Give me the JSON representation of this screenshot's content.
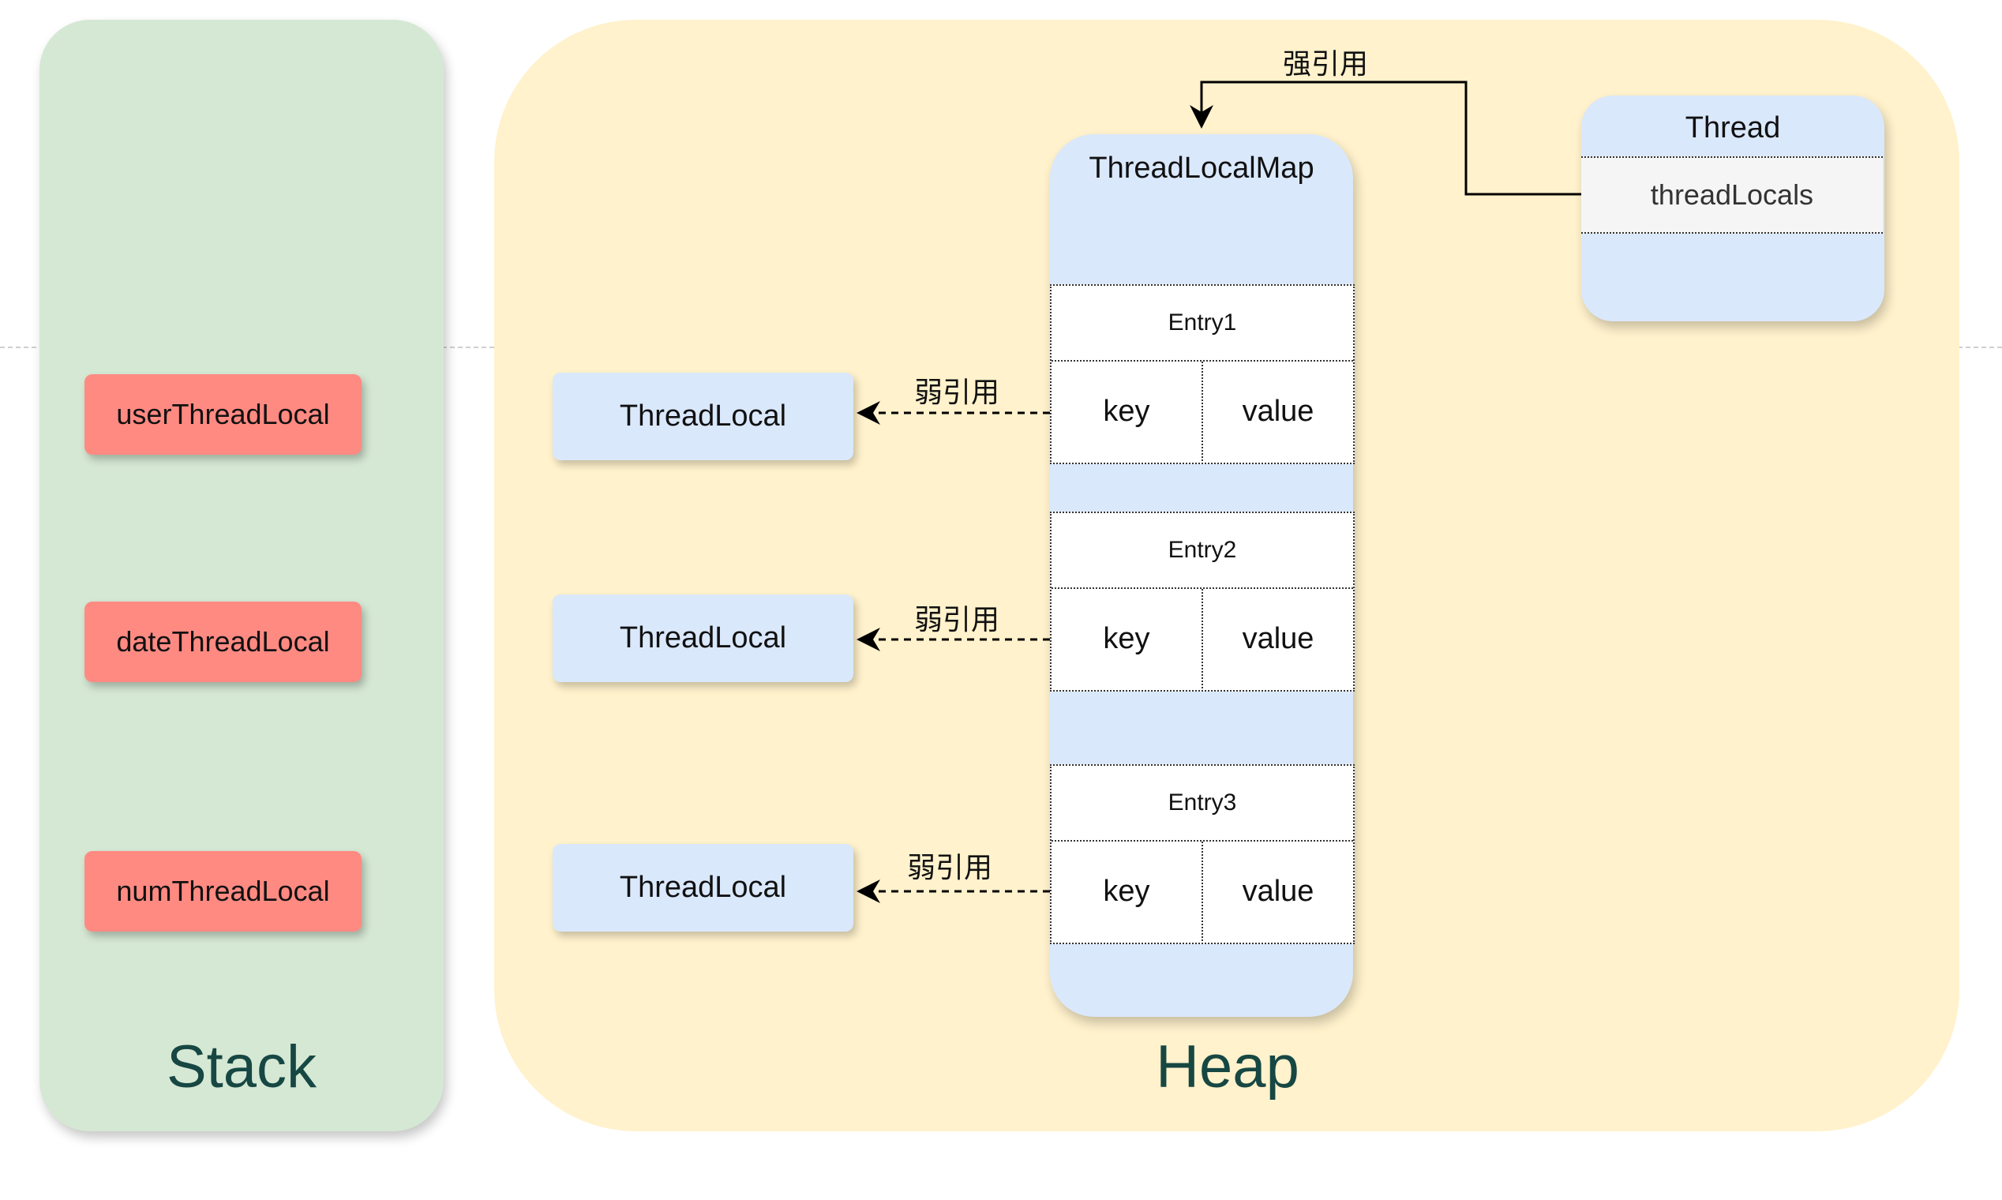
{
  "stack": {
    "title": "Stack",
    "variables": [
      "userThreadLocal",
      "dateThreadLocal",
      "numThreadLocal"
    ]
  },
  "heap": {
    "title": "Heap",
    "thread_locals": [
      "ThreadLocal",
      "ThreadLocal",
      "ThreadLocal"
    ],
    "map": {
      "title": "ThreadLocalMap",
      "entries": [
        {
          "name": "Entry1",
          "key": "key",
          "value": "value"
        },
        {
          "name": "Entry2",
          "key": "key",
          "value": "value"
        },
        {
          "name": "Entry3",
          "key": "key",
          "value": "value"
        }
      ]
    },
    "thread": {
      "title": "Thread",
      "field": "threadLocals"
    }
  },
  "edges": {
    "strong_label": "强引用",
    "weak_labels": [
      "弱引用",
      "弱引用",
      "弱引用"
    ]
  },
  "colors": {
    "stack_bg": "#d5e8d4",
    "heap_bg": "#fff2cc",
    "object_bg": "#dae8fc",
    "variable_bg": "#ff8a82",
    "title_text": "#174743"
  }
}
